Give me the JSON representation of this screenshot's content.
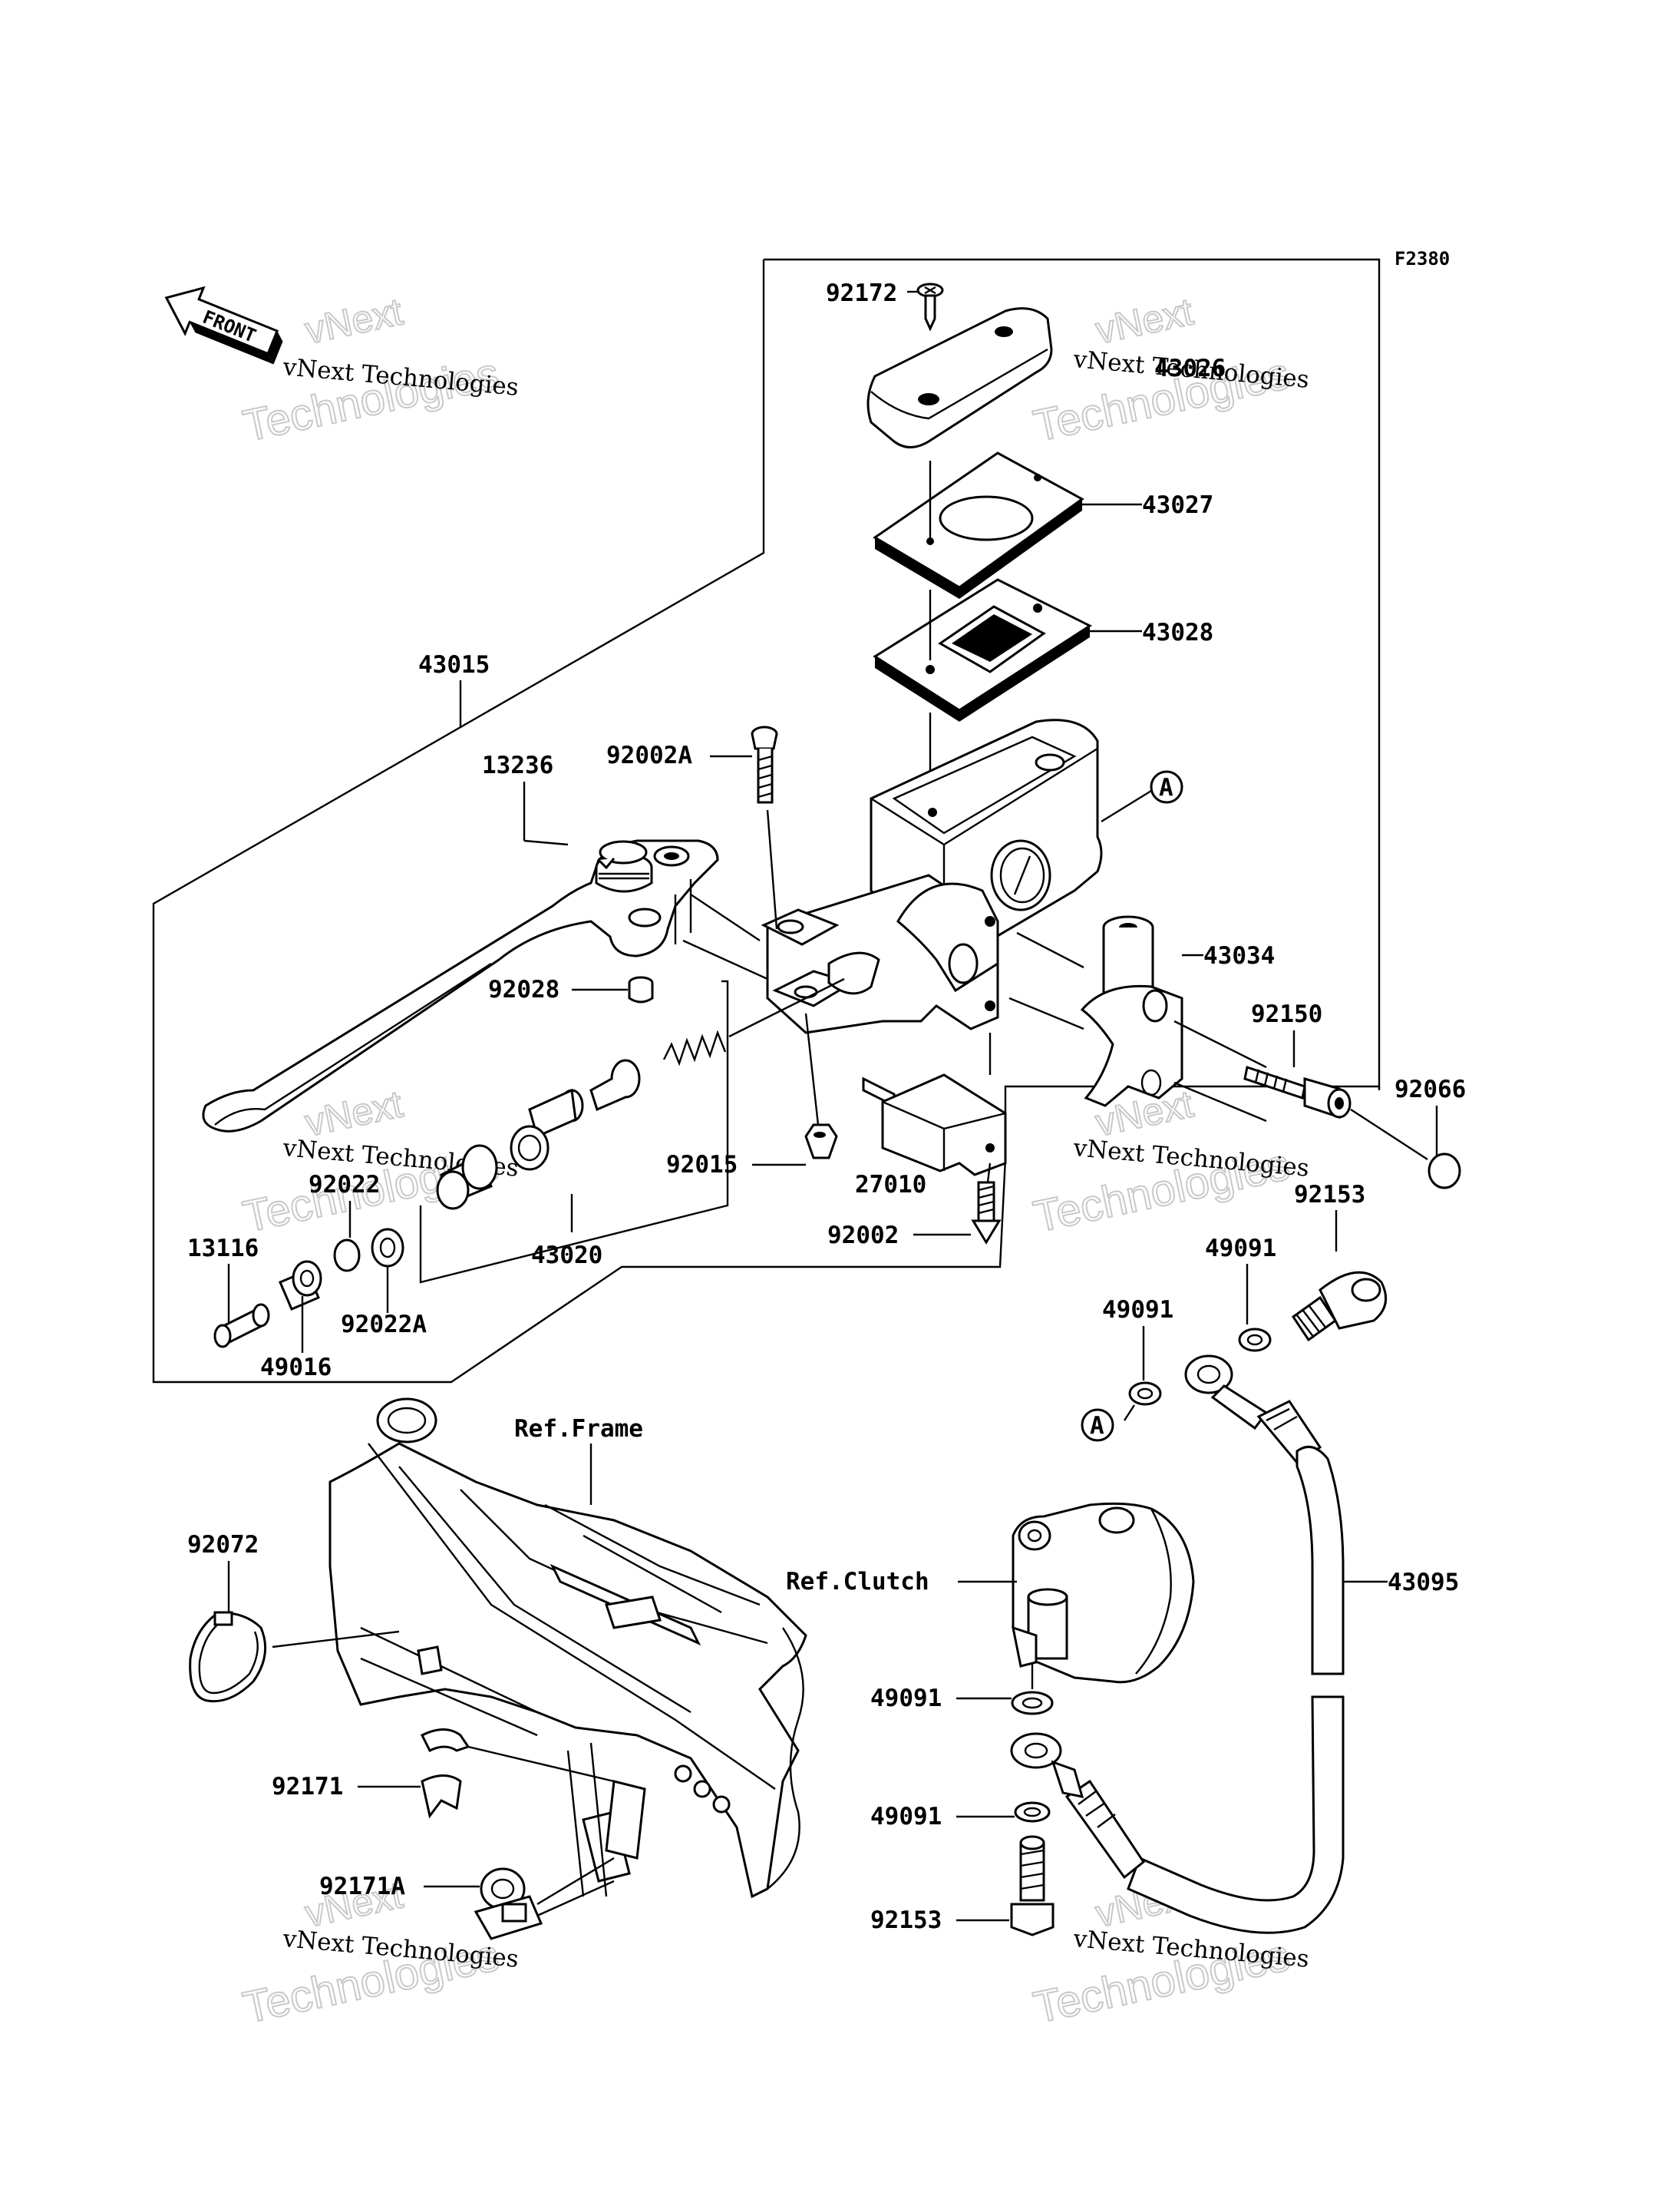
{
  "diagram_code": "F2380",
  "front_label": "FRONT",
  "callout_a": "A",
  "parts": {
    "p92172": "92172",
    "p43026": "43026",
    "p43027": "43027",
    "p43028": "43028",
    "p43015": "43015",
    "p13236": "13236",
    "p92002A": "92002A",
    "p43034": "43034",
    "p92150": "92150",
    "p92066": "92066",
    "p92028": "92028",
    "p92015": "92015",
    "p27010": "27010",
    "p92002": "92002",
    "p92153_top": "92153",
    "p49091_a": "49091",
    "p49091_b": "49091",
    "p92022": "92022",
    "p92022A": "92022A",
    "p13116": "13116",
    "p49016": "49016",
    "p43020": "43020",
    "p92072": "92072",
    "p92171": "92171",
    "p92171A": "92171A",
    "p43095": "43095",
    "p49091_c": "49091",
    "p49091_d": "49091",
    "p92153_bottom": "92153"
  },
  "references": {
    "frame": "Ref.Frame",
    "clutch": "Ref.Clutch"
  },
  "watermark": {
    "brand": "vNext Technologies",
    "line1": "vNext",
    "line2": "Technologies"
  }
}
